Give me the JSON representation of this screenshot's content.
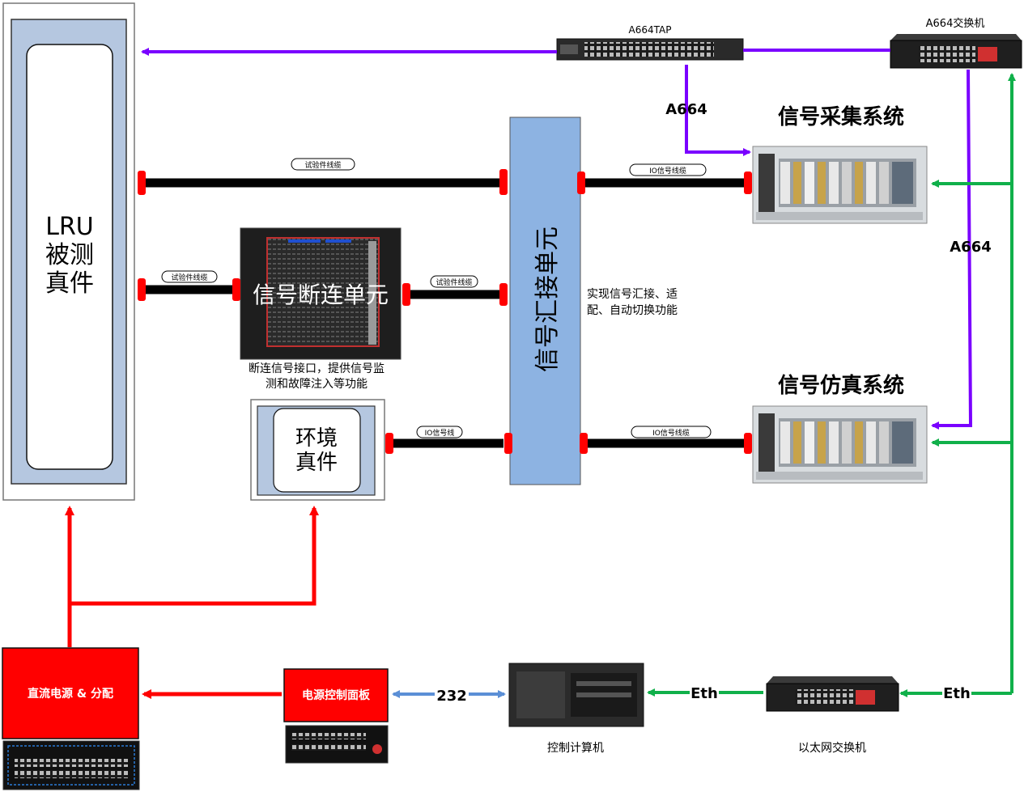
{
  "colors": {
    "a664_link": "#7a00ff",
    "eth_link": "#10b04a",
    "power_link": "#ff0000",
    "rs232_link": "#5b8fd6",
    "cable": "#000000",
    "connector": "#ff0000",
    "box_fill": "#b5c7e0",
    "hub_fill": "#8db3e2",
    "red_box": "#ff0000"
  },
  "nodes": {
    "lru": {
      "line1": "LRU",
      "line2": "被测",
      "line3": "真件"
    },
    "env": {
      "line1": "环境",
      "line2": "真件"
    },
    "breakout": {
      "label": "信号断连单元",
      "desc_line1": "断连信号接口，提供信号监",
      "desc_line2": "测和故障注入等功能"
    },
    "hub": {
      "label": "信号汇接单元",
      "desc_line1": "实现信号汇接、适",
      "desc_line2": "配、自动切换功能"
    },
    "acq": {
      "title": "信号采集系统"
    },
    "sim": {
      "title": "信号仿真系统"
    },
    "a664tap": {
      "label": "A664TAP"
    },
    "a664switch": {
      "label": "A664交换机"
    },
    "power": {
      "label": "直流电源 & 分配"
    },
    "power_panel": {
      "label": "电源控制面板"
    },
    "control_pc": {
      "label": "控制计算机"
    },
    "eth_switch": {
      "label": "以太网交换机"
    }
  },
  "edges": {
    "tap_to_acq": "A664",
    "switch_to_sim": "A664",
    "panel_to_pc": "232",
    "pc_to_eth": "Eth",
    "eth_to_right": "Eth"
  },
  "cables": {
    "lru_hub": "试验件线缆",
    "lru_breakout": "试验件线缆",
    "breakout_hub": "试验件线缆",
    "env_hub": "IO信号线",
    "hub_acq": "IO信号线缆",
    "hub_sim": "IO信号线缆"
  }
}
